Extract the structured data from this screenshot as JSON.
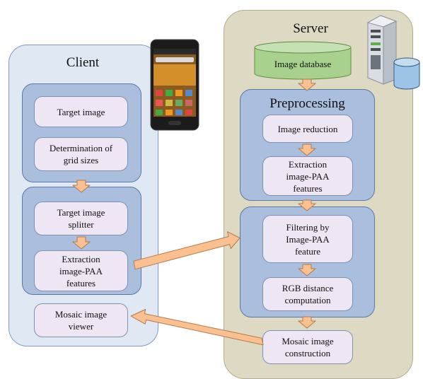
{
  "colors": {
    "client_panel": "#dfe8f3",
    "server_panel": "#ddd9c3",
    "group_fill": "#a9bfdd",
    "box_fill": "#eee6f2",
    "database_fill": "#a9d18e",
    "arrow_fill": "#fac090",
    "arrow_stroke": "#b7794a"
  },
  "client": {
    "title": "Client",
    "boxes": {
      "target_image": "Target image",
      "grid_sizes": "Determination of\ngrid sizes",
      "splitter": "Target image\nsplitter",
      "extraction": "Extraction\nimage-PAA\nfeatures",
      "mosaic_viewer": "Mosaic image\nviewer"
    },
    "phone_icon": "smartphone-icon"
  },
  "server": {
    "title": "Server",
    "database": "Image database",
    "preprocessing_title": "Preprocessing",
    "boxes": {
      "image_reduction": "Image reduction",
      "extraction": "Extraction\nimage-PAA\nfeatures",
      "filtering": "Filtering by\nImage-PAA\nfeature",
      "rgb_distance": "RGB distance\ncomputation",
      "mosaic_construction": "Mosaic image\nconstruction"
    },
    "server_icon": "server-tower-icon",
    "storage_icon": "database-cylinder-icon"
  }
}
